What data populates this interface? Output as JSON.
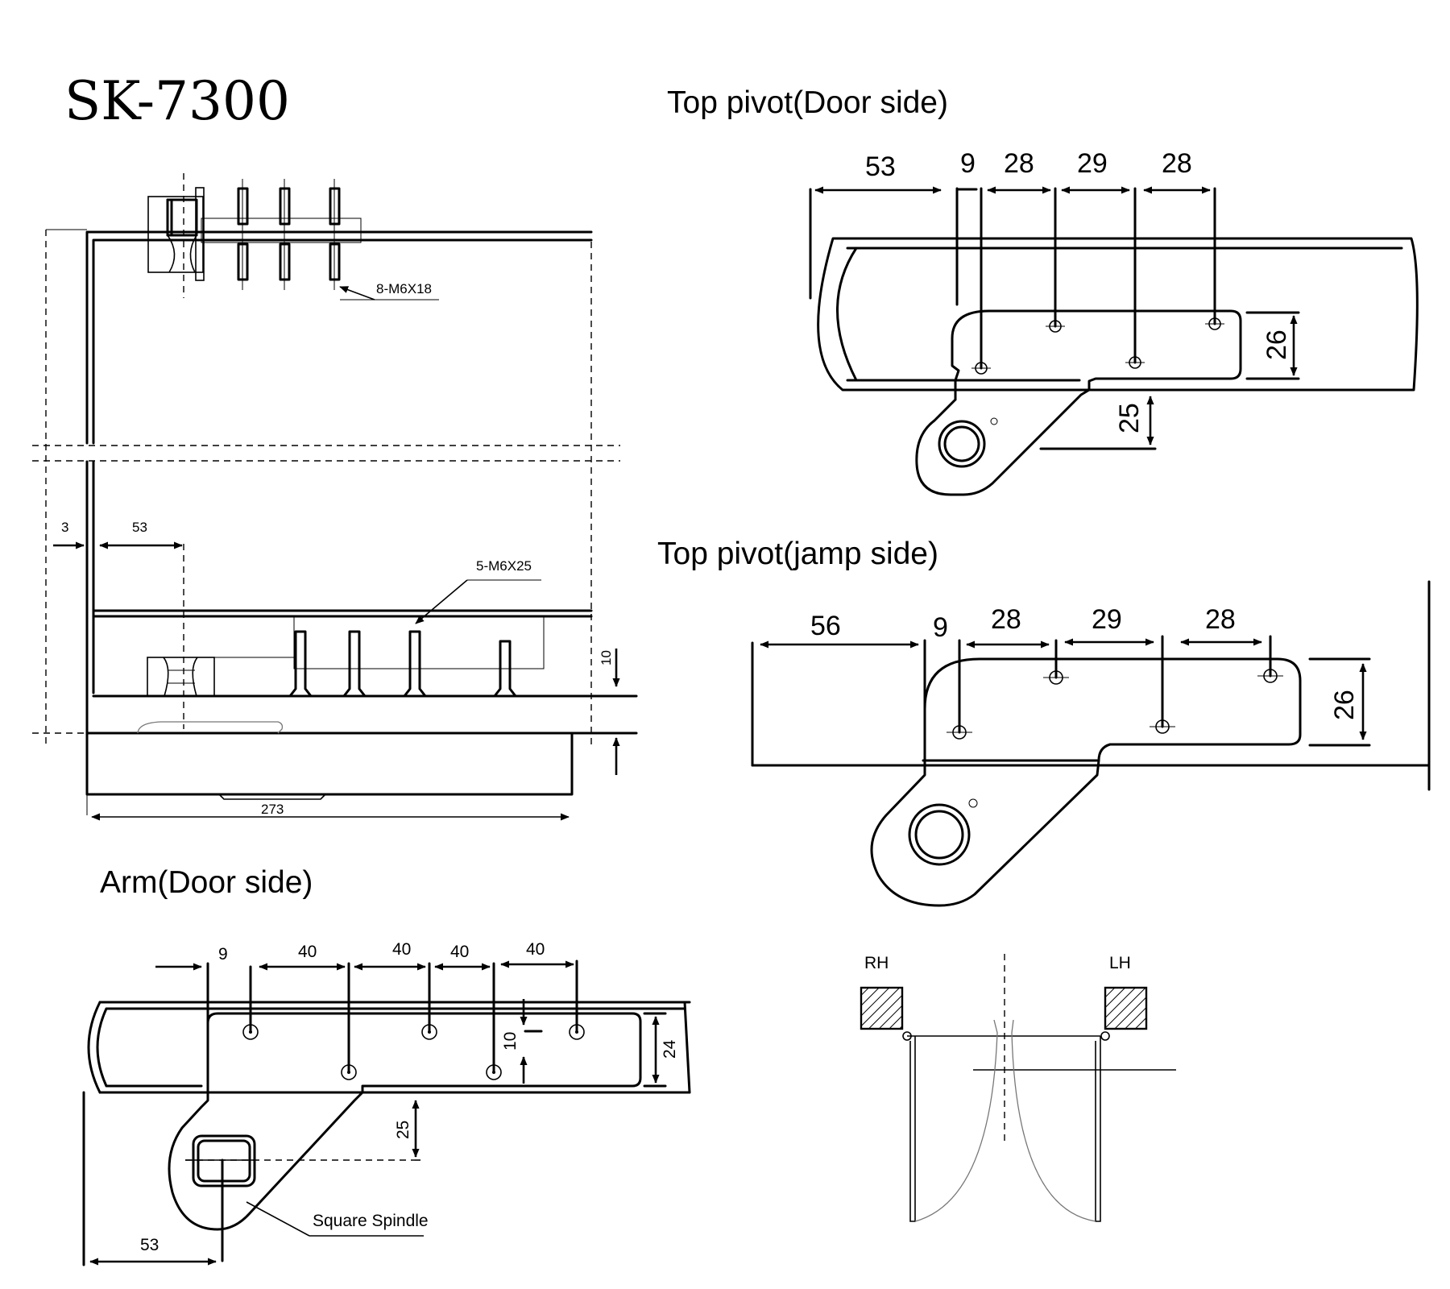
{
  "model": "SK-7300",
  "sections": {
    "top_door": "Top pivot(Door side)",
    "top_jamb": "Top pivot(jamp side)",
    "arm_door": "Arm(Door side)"
  },
  "elevation": {
    "screw_top": "8-M6X18",
    "screw_bottom": "5-M6X25",
    "dim_3": "3",
    "dim_53": "53",
    "dim_10": "10",
    "dim_273": "273"
  },
  "top_door_dims": {
    "d53": "53",
    "d9": "9",
    "d28a": "28",
    "d29": "29",
    "d28b": "28",
    "d26": "26",
    "d25": "25"
  },
  "top_jamb_dims": {
    "d56": "56",
    "d9": "9",
    "d28a": "28",
    "d29": "29",
    "d28b": "28",
    "d26": "26"
  },
  "arm_dims": {
    "d9": "9",
    "d40a": "40",
    "d40b": "40",
    "d40c": "40",
    "d40d": "40",
    "d10": "10",
    "d24": "24",
    "d25": "25",
    "d53": "53",
    "spindle": "Square Spindle"
  },
  "swing": {
    "rh": "RH",
    "lh": "LH"
  }
}
